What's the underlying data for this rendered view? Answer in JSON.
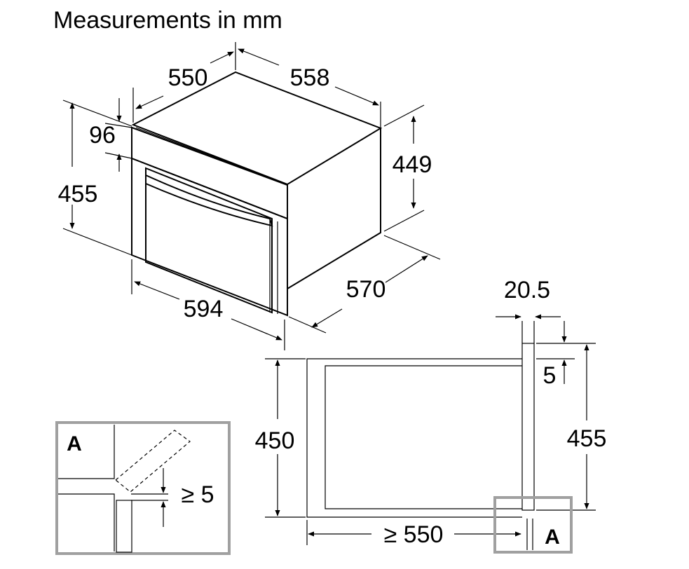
{
  "title": "Measurements in mm",
  "oven_view": {
    "depth_top": "550",
    "width_top": "558",
    "panel_height": "96",
    "total_height": "455",
    "body_height": "449",
    "body_depth": "570",
    "front_width": "594"
  },
  "niche_view": {
    "front_thickness": "20.5",
    "offset": "5",
    "front_height": "455",
    "niche_height": "450",
    "niche_depth": "≥ 550",
    "detail_label": "A"
  },
  "detail_view": {
    "label": "A",
    "gap": "≥ 5"
  },
  "colors": {
    "line": "#000000",
    "detail_frame": "#a0a0a0"
  }
}
